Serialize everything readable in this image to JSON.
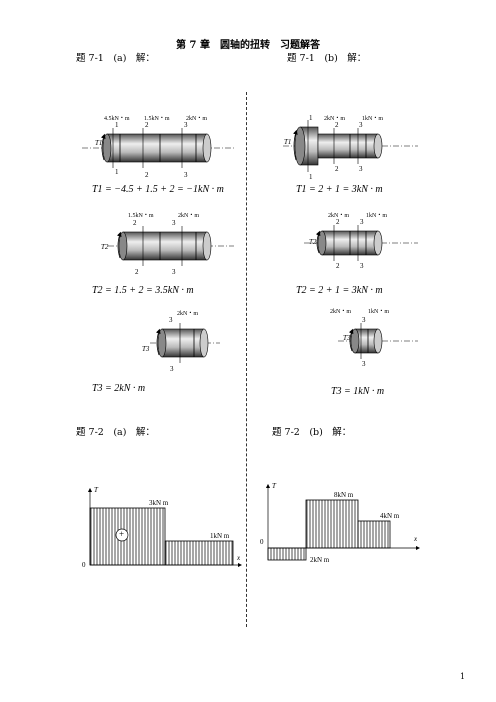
{
  "title": "第 7 章　圆轴的扭转　习题解答",
  "p71a": {
    "header": "题 7-1　(a)　解：",
    "loads": [
      "4.5kN・m",
      "1.5kN・m",
      "2kN・m"
    ],
    "sec_marks": [
      "1",
      "2",
      "3"
    ],
    "torque_labels": [
      "T1",
      "T2",
      "T3"
    ],
    "eq1": "T1 = −4.5 + 1.5 + 2 = −1kN · m",
    "eq2": "T2 = 1.5 + 2 = 3.5kN · m",
    "eq3": "T3 = 2kN · m",
    "loads2": [
      "1.5kN・m",
      "2kN・m"
    ],
    "loads3": [
      "2kN・m"
    ]
  },
  "p71b": {
    "header": "题 7-1　(b)　解：",
    "loads": [
      "2kN・m",
      "1kN・m"
    ],
    "eq1": "T1 = 2 + 1 = 3kN · m",
    "eq2": "T2 = 2 + 1 = 3kN · m",
    "eq3": "T3 = 1kN · m"
  },
  "p72a": {
    "header": "题 7-2　(a)　解：",
    "axis_t": "T",
    "axis_x": "x",
    "origin": "0",
    "label_high": "3kN m",
    "label_low": "1kN m",
    "sign": "+"
  },
  "p72b": {
    "header": "题 7-2　(b)　解：",
    "axis_t": "T",
    "axis_x": "x",
    "origin": "0",
    "label_high": "8kN m",
    "label_mid": "4kN m",
    "label_neg": "2kN m"
  },
  "page_number": "1"
}
